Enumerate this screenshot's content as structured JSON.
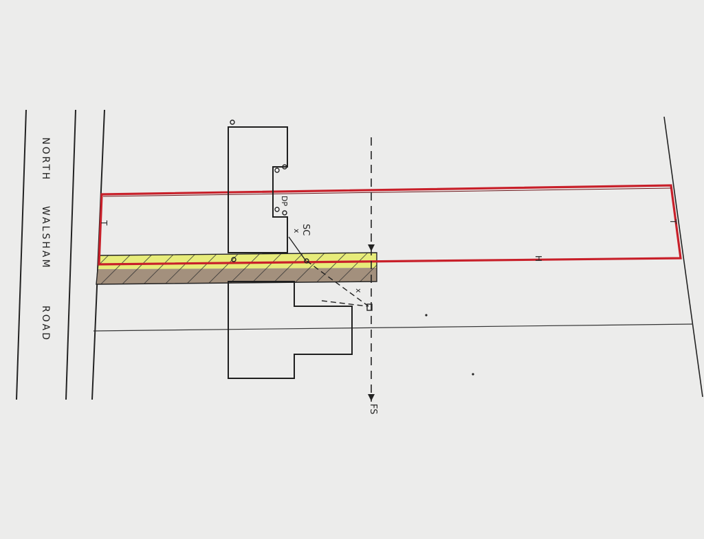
{
  "road": {
    "words": [
      "NORTH",
      "WALSHAM",
      "ROAD"
    ]
  },
  "labels": {
    "drain_pipe": "DP",
    "soil_connection": "SC",
    "sc_marker": "x",
    "inspection_marker": "x",
    "fs": "FS",
    "boundary_tick_left": "T",
    "boundary_tick_right": "T",
    "boundary_tick_bottom": "H"
  },
  "colors": {
    "paper": "#ececeb",
    "ink": "#1e1e1e",
    "red_boundary": "#c8202a",
    "yellow_highlight": "#e7ec7a",
    "brown_highlight": "#a3907d",
    "hatch": "#333333"
  }
}
